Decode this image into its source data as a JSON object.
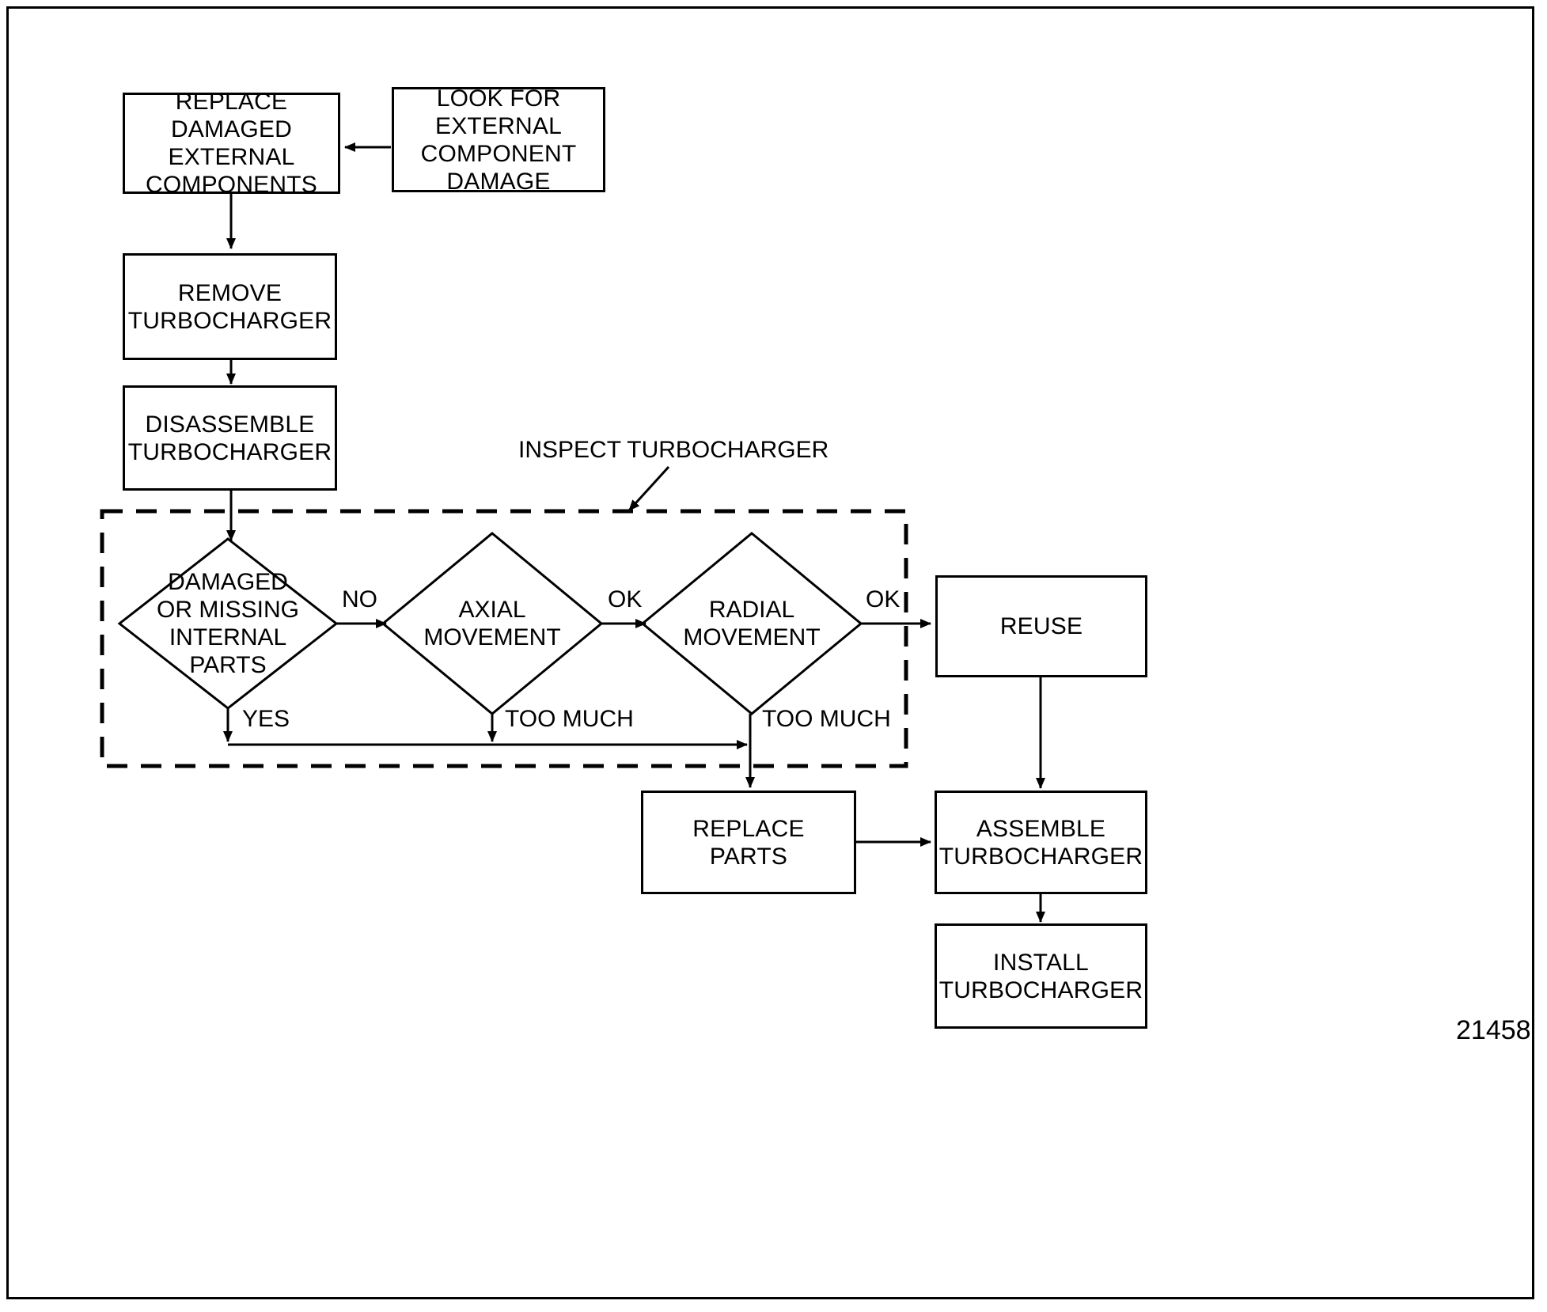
{
  "figure": {
    "number": "21458",
    "group_label": "INSPECT TURBOCHARGER"
  },
  "nodes": {
    "look_for_damage": "LOOK FOR\nEXTERNAL\nCOMPONENT\nDAMAGE",
    "replace_external": "REPLACE\nDAMAGED\nEXTERNAL\nCOMPONENTS",
    "remove_turbo": "REMOVE\nTURBOCHARGER",
    "disassemble_turbo": "DISASSEMBLE\nTURBOCHARGER",
    "damaged_internal": "DAMAGED\nOR MISSING\nINTERNAL\nPARTS",
    "axial_movement": "AXIAL\nMOVEMENT",
    "radial_movement": "RADIAL\nMOVEMENT",
    "reuse": "REUSE",
    "replace_parts": "REPLACE\nPARTS",
    "assemble_turbo": "ASSEMBLE\nTURBOCHARGER",
    "install_turbo": "INSTALL\nTURBOCHARGER"
  },
  "edge_labels": {
    "damaged_no": "NO",
    "damaged_yes": "YES",
    "axial_ok": "OK",
    "axial_too_much": "TOO MUCH",
    "radial_ok": "OK",
    "radial_too_much": "TOO MUCH"
  },
  "colors": {
    "stroke": "#000000",
    "fill": "#ffffff",
    "text": "#000000"
  }
}
